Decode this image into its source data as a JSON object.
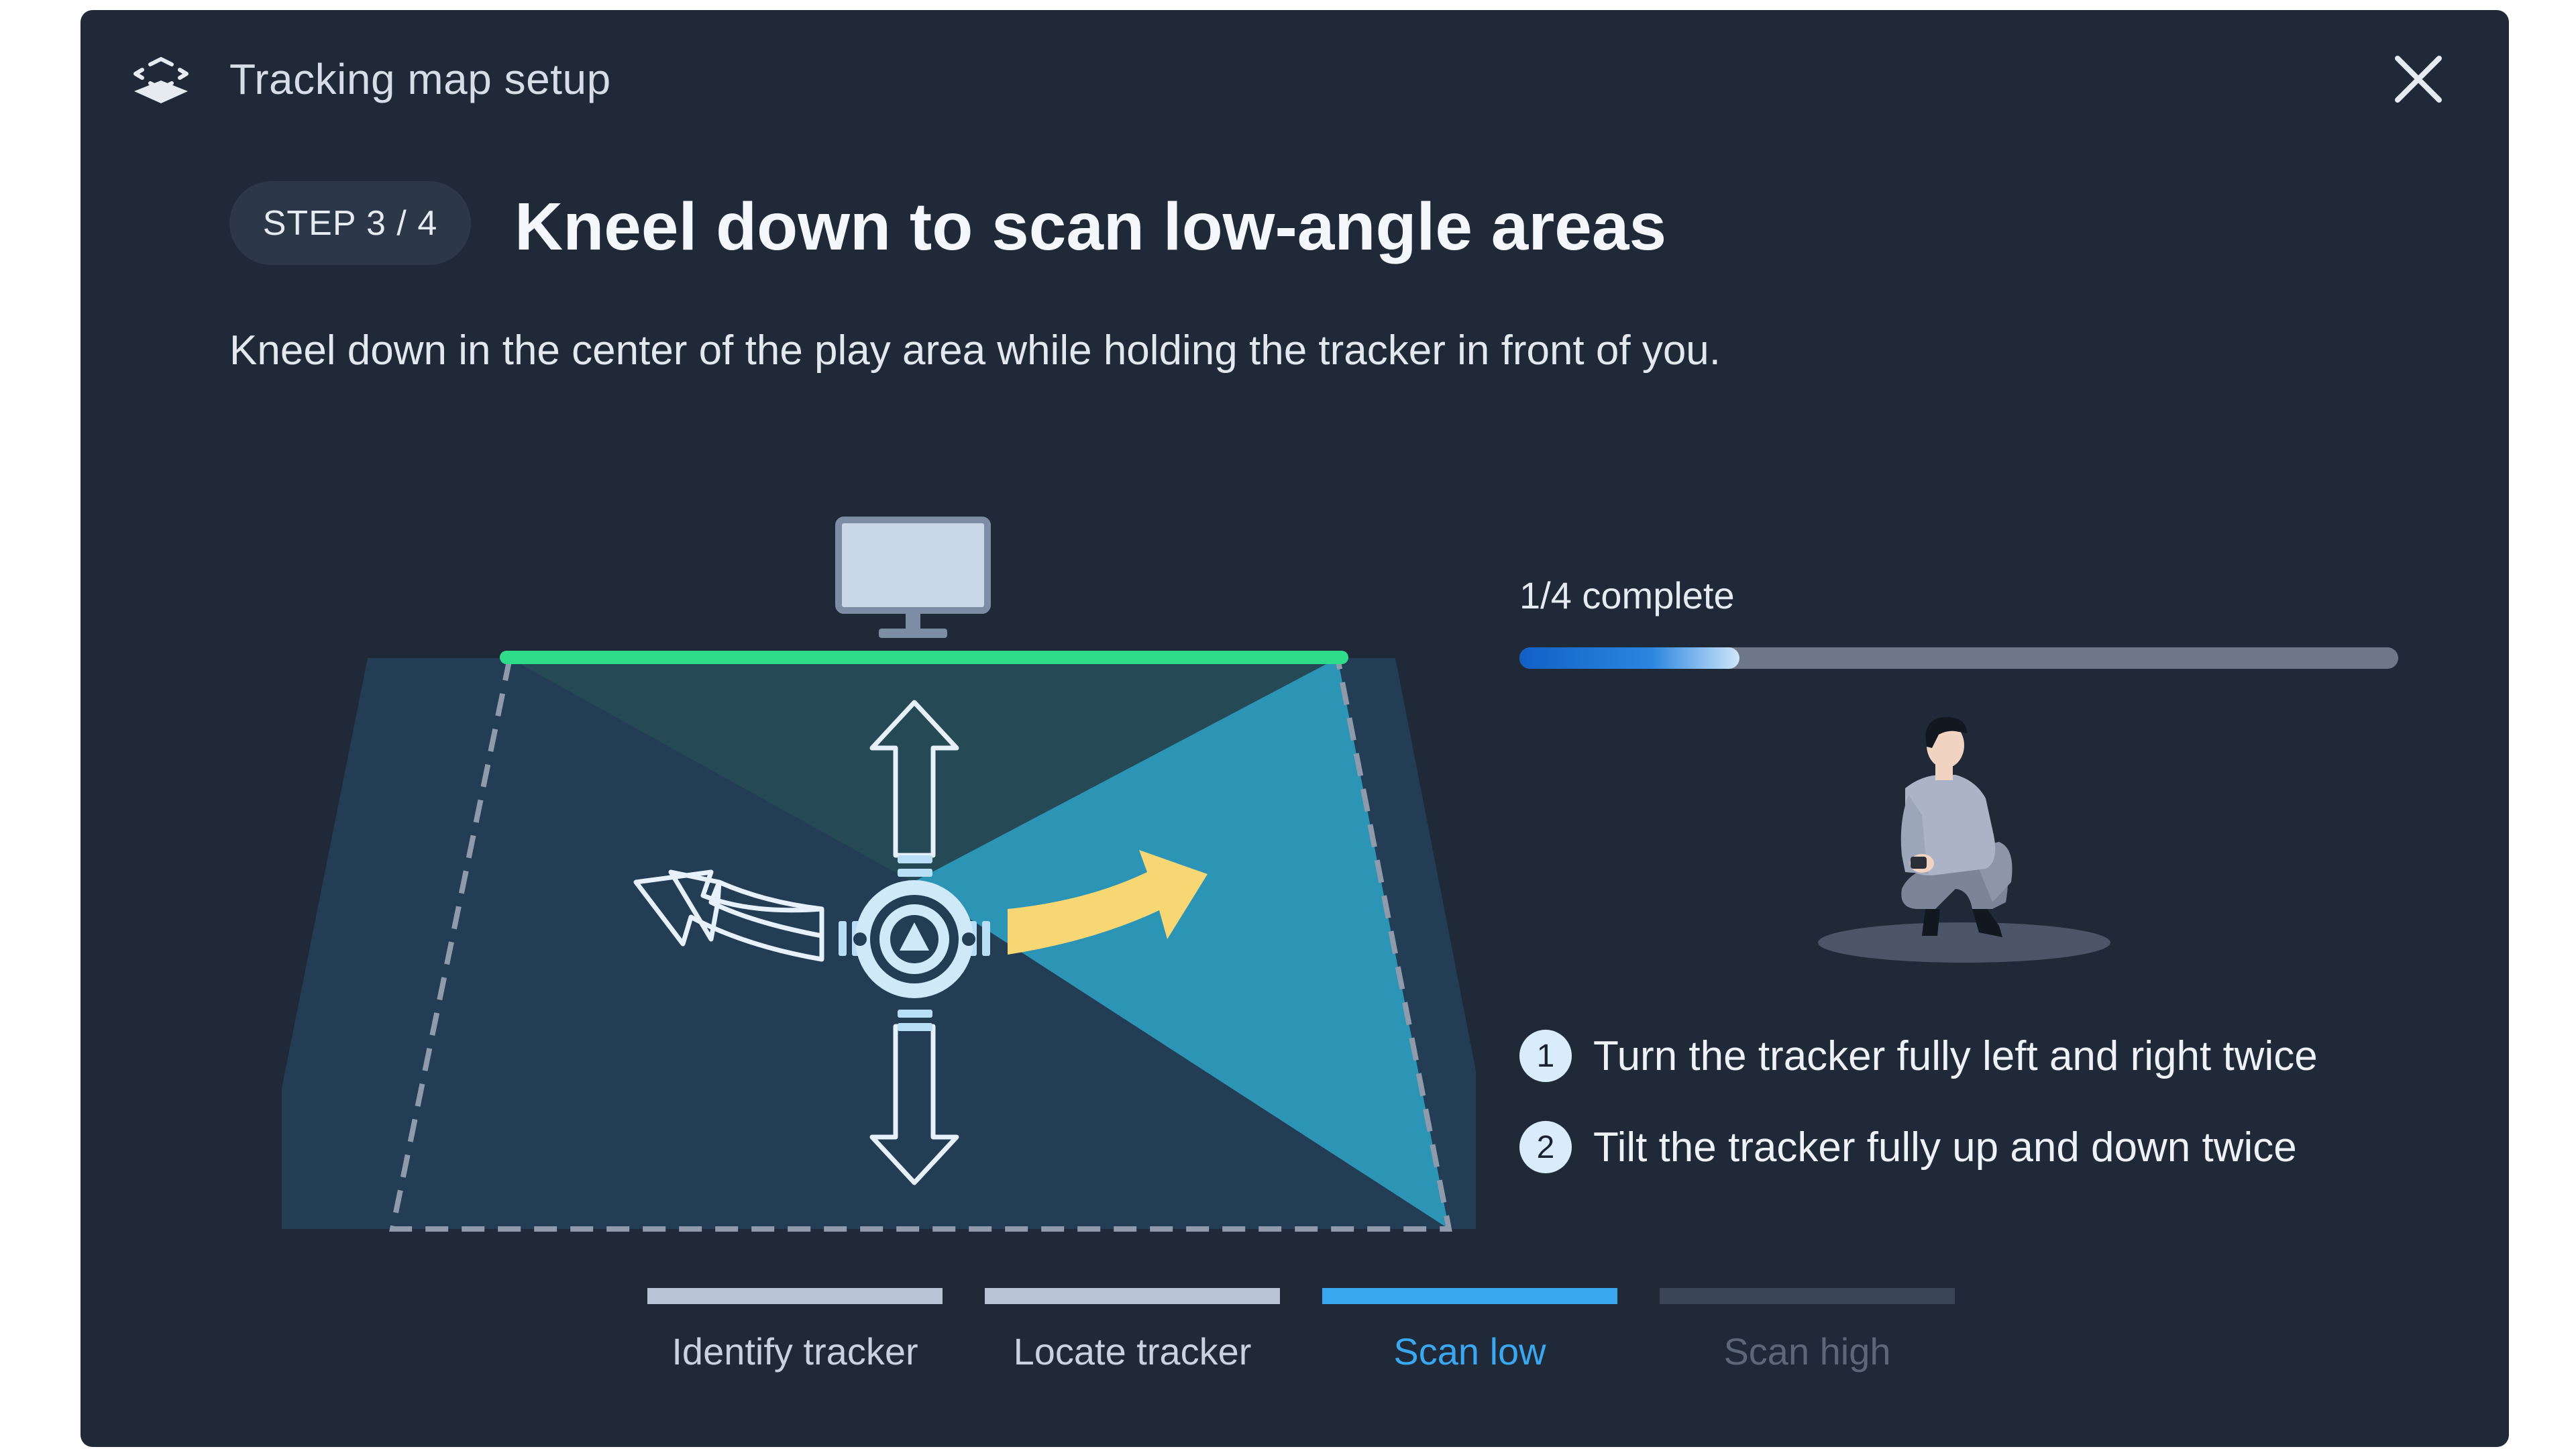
{
  "header": {
    "app_title": "Tracking map setup",
    "close_icon": "close-icon"
  },
  "step": {
    "badge": "STEP 3 / 4",
    "title": "Kneel down to scan low-angle areas",
    "subtitle": "Kneel down in the center of the play area while holding the tracker in front of you."
  },
  "progress": {
    "label": "1/4 complete",
    "fraction": 0.25
  },
  "instructions": [
    {
      "number": "1",
      "text": "Turn the tracker fully left and right twice"
    },
    {
      "number": "2",
      "text": "Tilt the tracker fully up and down twice"
    }
  ],
  "stepper": [
    {
      "label": "Identify tracker",
      "state": "done"
    },
    {
      "label": "Locate tracker",
      "state": "done"
    },
    {
      "label": "Scan low",
      "state": "active"
    },
    {
      "label": "Scan high",
      "state": "pending"
    }
  ],
  "colors": {
    "dialog_bg": "#202938",
    "accent_blue": "#3aa8f0",
    "active_green": "#2fdc8a",
    "arrow_yellow": "#f7d774",
    "done_bar": "#b8c3d6",
    "pending_bar": "#3a4557",
    "pending_text": "#5c6778",
    "done_text": "#c9d2df"
  }
}
